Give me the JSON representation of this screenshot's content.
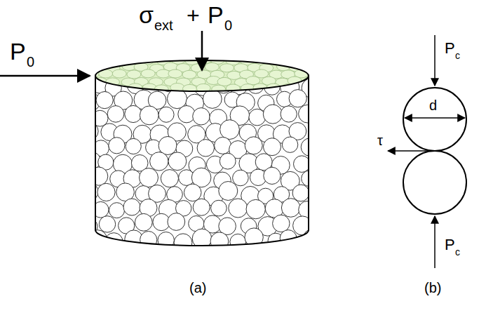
{
  "diagram": {
    "labels": [
      "σ",
      "ext",
      "+",
      "P",
      "0",
      "P",
      "0",
      "P",
      "c",
      "d",
      "τ",
      "P",
      "c",
      "(a)",
      "(b)"
    ]
  }
}
